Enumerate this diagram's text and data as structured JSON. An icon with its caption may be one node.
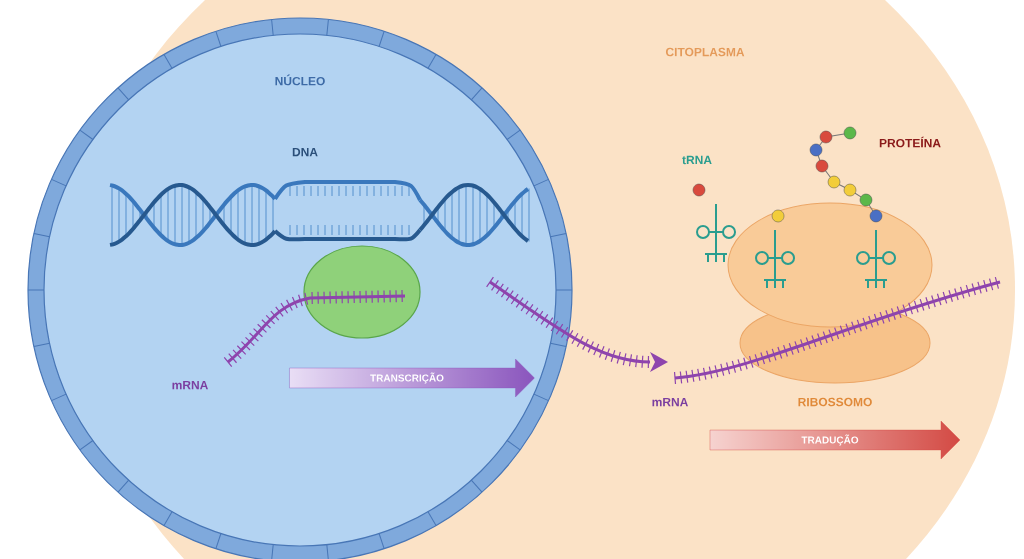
{
  "diagram": {
    "nodes": [
      {
        "text": [
          "CITOPLASMA"
        ]
      },
      {
        "text": [
          "NÚCLEO"
        ],
        "in": 0
      },
      {
        "text": [
          "TRANSCRIÇÃO"
        ],
        "in": 1
      },
      {
        "text": [
          "RIBOSSOMO"
        ],
        "in": 0
      },
      {
        "text": [
          "TRADUÇÃO"
        ],
        "in": 0
      }
    ],
    "labels": [
      "DNA",
      "tRNA",
      "PROTEÍNA",
      "mRNA",
      "mRNA"
    ]
  }
}
